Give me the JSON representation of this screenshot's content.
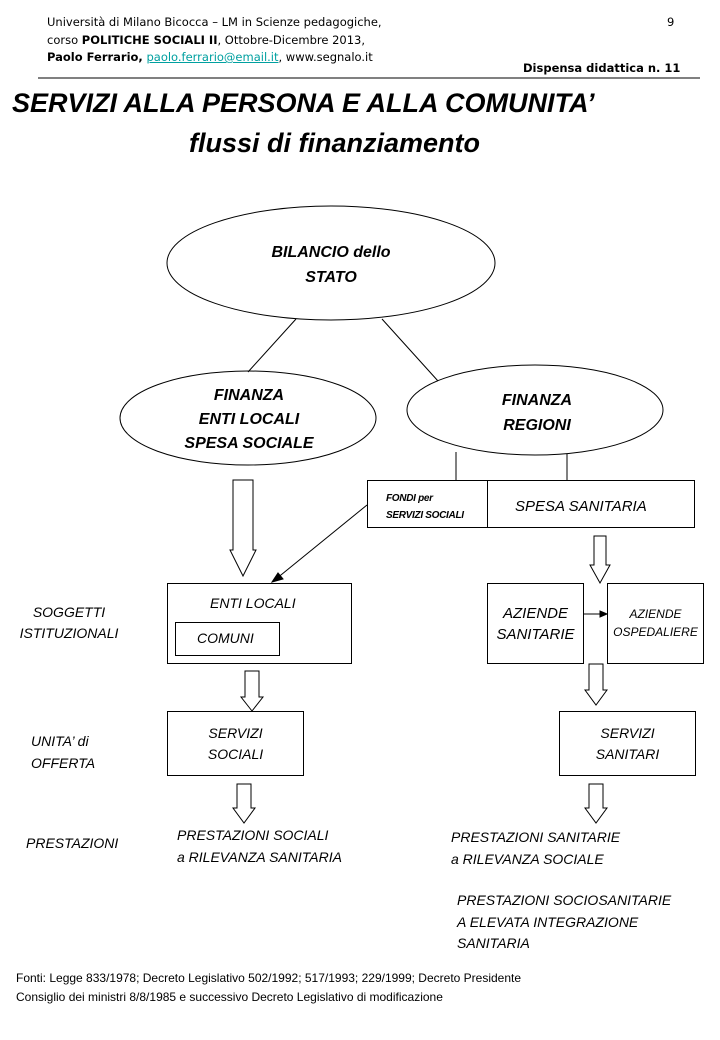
{
  "header": {
    "line1": "Università di Milano Bicocca – LM in Scienze pedagogiche,",
    "line2_prefix": "corso ",
    "line2_bold": "POLITICHE SOCIALI II",
    "line2_suffix": ", Ottobre-Dicembre 2013,",
    "author": "Paolo Ferrario,",
    "email": "paolo.ferrario@email.it",
    "site": ", www.segnalo.it",
    "page_number": "9",
    "dispensa": "Dispensa didattica n. 11"
  },
  "title": "SERVIZI ALLA PERSONA E ALLA COMUNITA’",
  "subtitle": "flussi di finanziamento",
  "diagram": {
    "bilancio": [
      "BILANCIO dello",
      "STATO"
    ],
    "finanza_enti_locali": [
      "FINANZA",
      "ENTI LOCALI",
      "SPESA SOCIALE"
    ],
    "finanza_regioni": [
      "FINANZA",
      "REGIONI"
    ],
    "fondi": [
      "FONDI per",
      "SERVIZI SOCIALI"
    ],
    "spesa_sanitaria": "SPESA SANITARIA",
    "enti_locali": "ENTI LOCALI",
    "comuni": "COMUNI",
    "aziende_sanitarie": [
      "AZIENDE",
      "SANITARIE"
    ],
    "aziende_ospedaliere": [
      "AZIENDE",
      "OSPEDALIERE"
    ],
    "servizi_sociali": [
      "SERVIZI",
      "SOCIALI"
    ],
    "servizi_sanitari": [
      "SERVIZI",
      "SANITARI"
    ],
    "row_labels": {
      "soggetti": [
        "SOGGETTI",
        "ISTITUZIONALI"
      ],
      "unita": [
        "UNITA’ di",
        "OFFERTA"
      ],
      "prestazioni": "PRESTAZIONI"
    },
    "prestazioni_sociali": [
      "PRESTAZIONI  SOCIALI",
      "a RILEVANZA  SANITARIA"
    ],
    "prestazioni_sanitarie": [
      "PRESTAZIONI  SANITARIE",
      "a RILEVANZA  SOCIALE"
    ],
    "prestazioni_sociosanitarie": [
      "PRESTAZIONI  SOCIOSANITARIE",
      "A ELEVATA INTEGRAZIONE",
      "SANITARIA"
    ]
  },
  "fonti": [
    "Fonti: Legge 833/1978; Decreto Legislativo 502/1992; 517/1993; 229/1999; Decreto Presidente",
    "Consiglio dei ministri 8/8/1985 e successivo Decreto Legislativo di modificazione"
  ]
}
